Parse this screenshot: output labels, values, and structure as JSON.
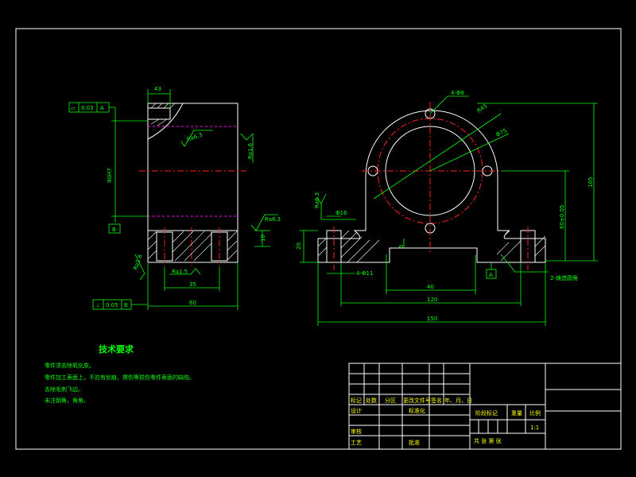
{
  "drawing": {
    "colors": {
      "background": "#000000",
      "outline": "#ffffff",
      "dimension": "#00ff00",
      "center": "#ff2020",
      "hidden": "#ff00ff",
      "title_text": "#ffff00"
    },
    "side_view": {
      "dim_top": "43",
      "flatness_symbol": "▱",
      "flatness_value": "0.03",
      "flatness_datum": "A",
      "roughness_top": "Ra6.3",
      "roughness_right": "Ra1.6",
      "roughness_bottom": "Ra6.3",
      "roughness_left": "Ra1.6",
      "roughness_hole": "Ra1.5",
      "height_dim": "90H7",
      "datum_b": "B",
      "base_dim_right": "10",
      "dim_35": "35",
      "dim_60": "60",
      "perp_symbol": "⊥",
      "perp_value": "0.05",
      "perp_datum": "B"
    },
    "front_view": {
      "hole_callout": "4-Φ8",
      "dia_outer": "R45",
      "dia_inner": "Φ75",
      "dim_total_height": "105",
      "dim_center_height": "60±0.05",
      "roughness_left": "Ra6.3",
      "dim_base_hole": "Φ16",
      "dim_base_h": "20",
      "dim_slot": "5",
      "dim_bolt": "4-Φ11",
      "dim_40": "40",
      "dim_120": "120",
      "dim_150": "150",
      "datum_a": "A",
      "cast_note": "2-铸造圆角"
    },
    "notes": {
      "title": "技术要求",
      "items": [
        "零件须去除氧化皮。",
        "零件加工表面上，不应有划痕、擦伤等损伤零件表面的缺陷。",
        "去除毛刺飞边。",
        "未注倒角，角角。"
      ]
    },
    "title_block": {
      "row1": [
        "标记",
        "处数",
        "分区",
        "更改文件号",
        "签名",
        "年、月、日"
      ],
      "designer": "设计",
      "standard": "标准化",
      "review": "审核",
      "process": "工艺",
      "approve": "批准",
      "stage_mark": "阶段标记",
      "weight": "重量",
      "scale_label": "比例",
      "scale_value": "1:1",
      "sheet": "共    张    第    张"
    }
  }
}
